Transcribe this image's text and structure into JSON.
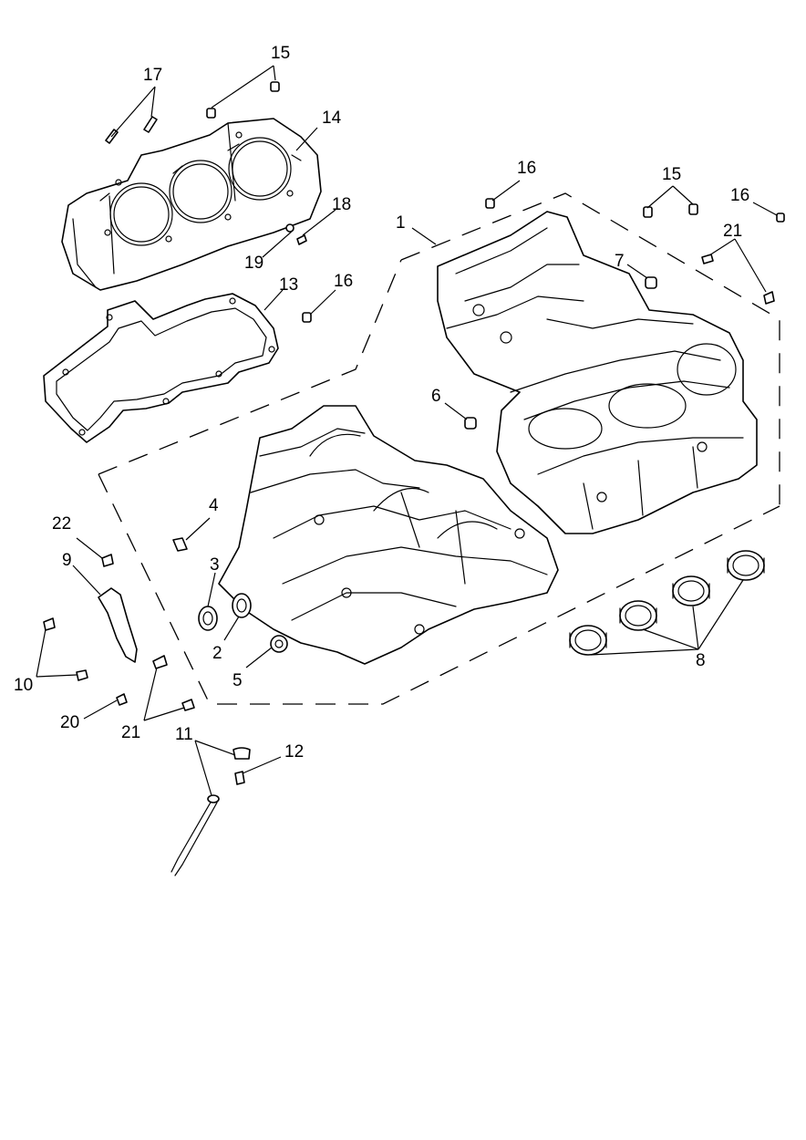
{
  "callouts": {
    "c1": "1",
    "c2": "2",
    "c3": "3",
    "c4": "4",
    "c5": "5",
    "c6": "6",
    "c7": "7",
    "c8": "8",
    "c9": "9",
    "c10": "10",
    "c11": "11",
    "c12": "12",
    "c13": "13",
    "c14": "14",
    "c15a": "15",
    "c15b": "15",
    "c16a": "16",
    "c16b": "16",
    "c16c": "16",
    "c17": "17",
    "c18": "18",
    "c19": "19",
    "c20": "20",
    "c21a": "21",
    "c21b": "21",
    "c22": "22"
  }
}
